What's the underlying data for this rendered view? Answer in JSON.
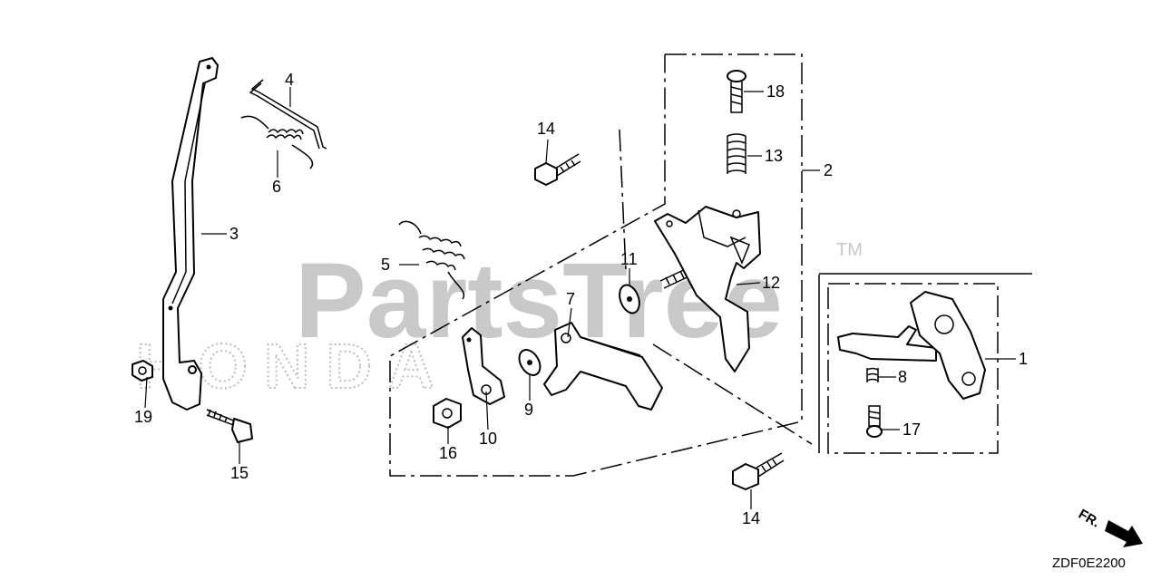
{
  "watermark": {
    "brand": "PartsTree",
    "trademark": "TM",
    "maker": "HONDA"
  },
  "diagram_code": "ZDF0E2200",
  "direction_label": "FR.",
  "callouts": [
    {
      "id": "c1",
      "text": "1"
    },
    {
      "id": "c2",
      "text": "2"
    },
    {
      "id": "c3",
      "text": "3"
    },
    {
      "id": "c4",
      "text": "4"
    },
    {
      "id": "c5",
      "text": "5"
    },
    {
      "id": "c6",
      "text": "6"
    },
    {
      "id": "c7",
      "text": "7"
    },
    {
      "id": "c8",
      "text": "8"
    },
    {
      "id": "c9",
      "text": "9"
    },
    {
      "id": "c10",
      "text": "10"
    },
    {
      "id": "c11",
      "text": "11"
    },
    {
      "id": "c12",
      "text": "12"
    },
    {
      "id": "c13",
      "text": "13"
    },
    {
      "id": "c14a",
      "text": "14"
    },
    {
      "id": "c14b",
      "text": "14"
    },
    {
      "id": "c15",
      "text": "15"
    },
    {
      "id": "c16",
      "text": "16"
    },
    {
      "id": "c17",
      "text": "17"
    },
    {
      "id": "c18",
      "text": "18"
    },
    {
      "id": "c19",
      "text": "19"
    }
  ],
  "colors": {
    "ink": "#000000",
    "watermark": "#c9c9c9"
  }
}
